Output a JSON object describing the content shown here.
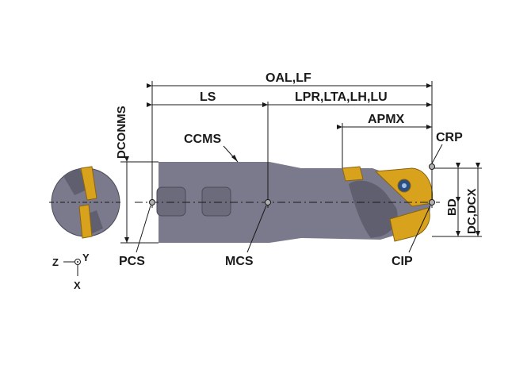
{
  "labels": {
    "oal_lf": "OAL,LF",
    "ls": "LS",
    "lpr_lta_lh_lu": "LPR,LTA,LH,LU",
    "apmx": "APMX",
    "ccms": "CCMS",
    "crp": "CRP",
    "dconms": "DCONMS",
    "bd": "BD",
    "dc_dcx": "DC,DCX",
    "pcs": "PCS",
    "mcs": "MCS",
    "cip": "CIP"
  },
  "axes_symbol": {
    "z": "Z",
    "y": "Y",
    "x": "X"
  },
  "colors": {
    "body": "#7a7a8c",
    "body_dark": "#5f5f70",
    "insert": "#d9a21c",
    "insert_dark": "#8a6410",
    "line": "#1a1a1a"
  }
}
